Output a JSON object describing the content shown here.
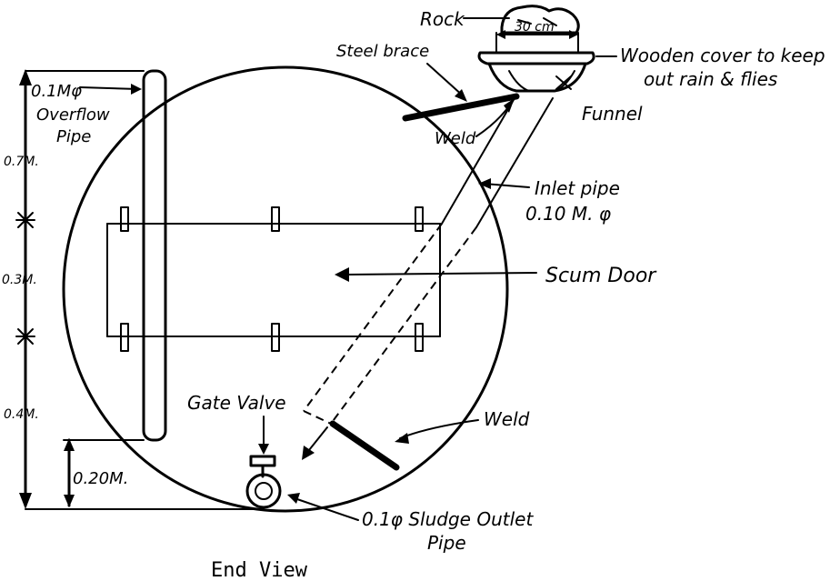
{
  "labels": {
    "rock": "Rock",
    "width_30cm": "30 cm",
    "steel_brace": "Steel brace",
    "wooden_cover_line1": "Wooden cover to keep",
    "wooden_cover_line2": "out rain & flies",
    "funnel": "Funnel",
    "weld_top": "Weld",
    "inlet_pipe_line1": "Inlet pipe",
    "inlet_pipe_line2": "0.10 M. φ",
    "scum_door": "Scum Door",
    "weld_bottom": "Weld",
    "gate_valve": "Gate Valve",
    "sludge_line1": "0.1φ Sludge Outlet",
    "sludge_line2": "Pipe",
    "overflow_line1": "0.1Mφ",
    "overflow_line2": "Overflow",
    "overflow_line3": "Pipe",
    "dim_07": "0.7M.",
    "dim_03": "0.3M.",
    "dim_04": "0.4M.",
    "dim_020": "0.20M.",
    "caption": "End View"
  }
}
